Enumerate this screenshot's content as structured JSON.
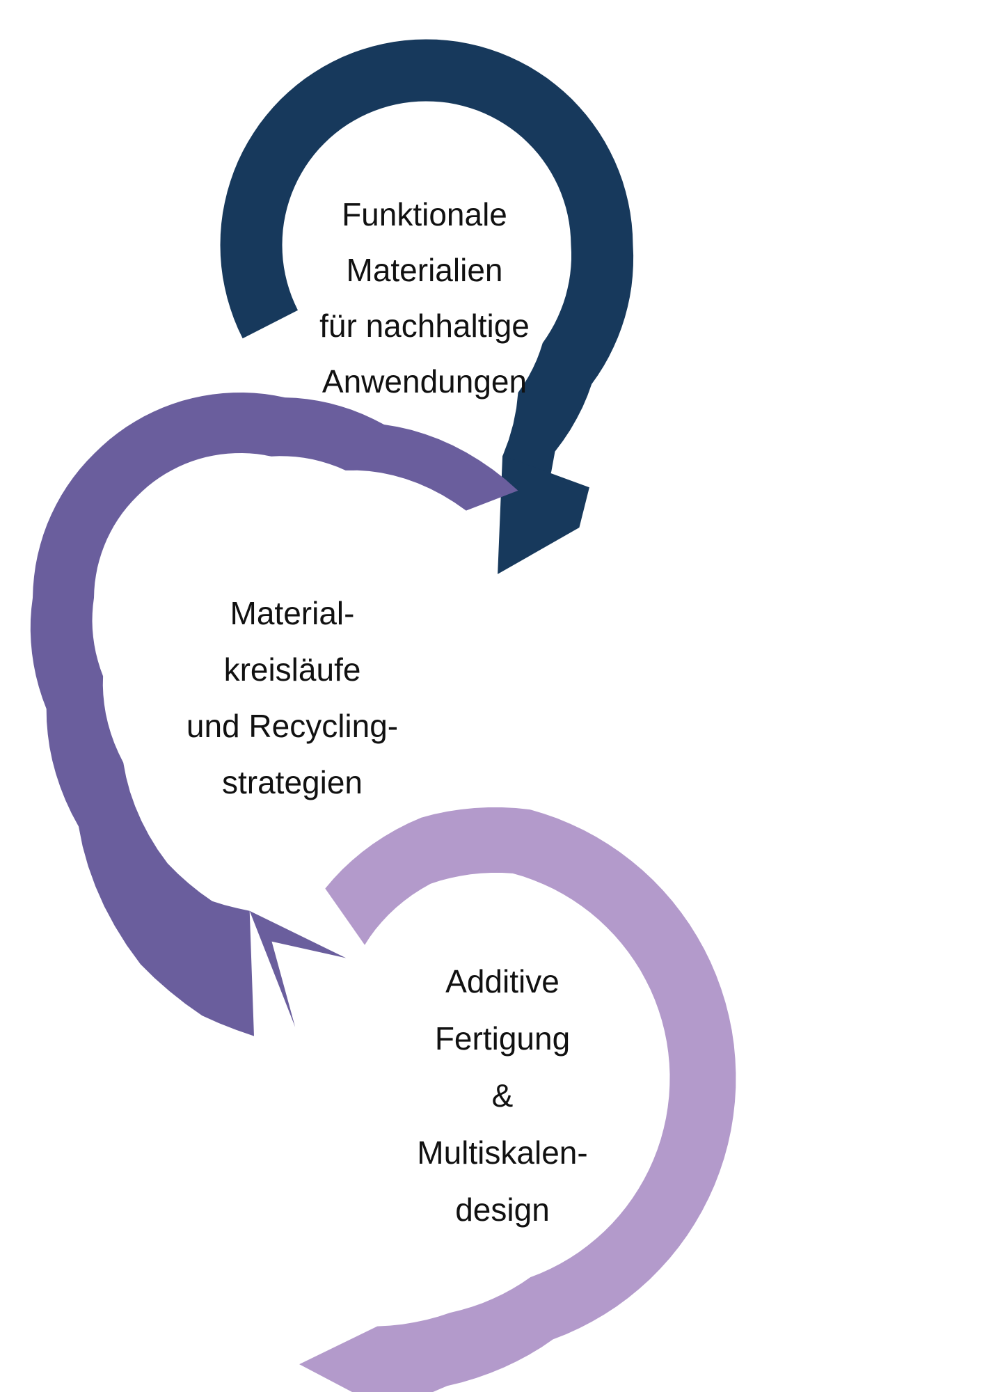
{
  "diagram": {
    "background_color": "#ffffff",
    "text_color": "#111111",
    "circles": [
      {
        "id": "funktionale-materialien",
        "color": "#17395C",
        "label_lines": [
          "Funktionale",
          "Materialien",
          "für nachhaltige",
          "Anwendungen"
        ]
      },
      {
        "id": "materialkreislaeufe-recycling",
        "color": "#6A5E9D",
        "label_lines": [
          "Material-",
          "kreisläufe",
          "und Recycling-",
          "strategien"
        ]
      },
      {
        "id": "additive-fertigung-multiskalendesign",
        "color": "#B39ACB",
        "label_lines": [
          "Additive",
          "Fertigung",
          "&",
          "Multiskalen-",
          "design"
        ]
      }
    ]
  }
}
